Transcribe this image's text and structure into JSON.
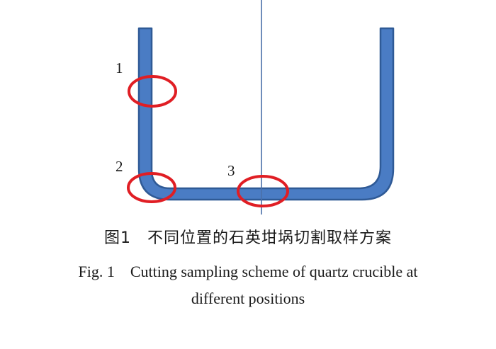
{
  "diagram": {
    "markers": [
      {
        "label": "1"
      },
      {
        "label": "2"
      },
      {
        "label": "3"
      }
    ],
    "colors": {
      "crucible_fill": "#4a7cc4",
      "crucible_edge": "#2f5a96",
      "center_axis": "#4a6fa8",
      "sample_ring": "#e01e24"
    }
  },
  "caption": {
    "chinese": "图1　不同位置的石英坩埚切割取样方案",
    "english_line1": "Fig. 1　Cutting sampling scheme of quartz crucible at",
    "english_line2": "different positions"
  }
}
